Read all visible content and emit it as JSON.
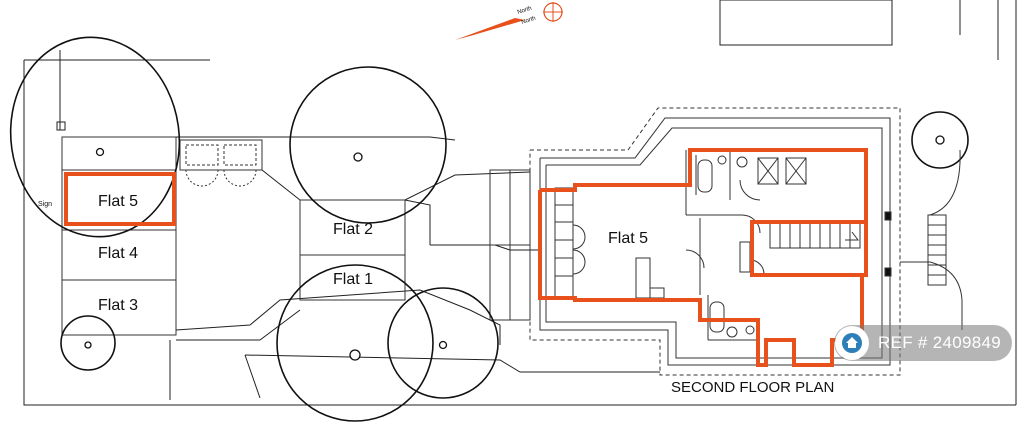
{
  "plan": {
    "title": "SECOND FLOOR PLAN",
    "north": {
      "line1": "North",
      "line2": "North",
      "arrow_color": "#e8501c"
    },
    "sign_label": "Sign",
    "highlight_color": "#e8501c",
    "units": {
      "flat5_site": "Flat 5",
      "flat4": "Flat 4",
      "flat3": "Flat 3",
      "flat2": "Flat 2",
      "flat1": "Flat 1",
      "flat5_plan": "Flat 5"
    }
  },
  "ref_badge": {
    "text": "REF # 2409849",
    "icon": "house-icon"
  }
}
